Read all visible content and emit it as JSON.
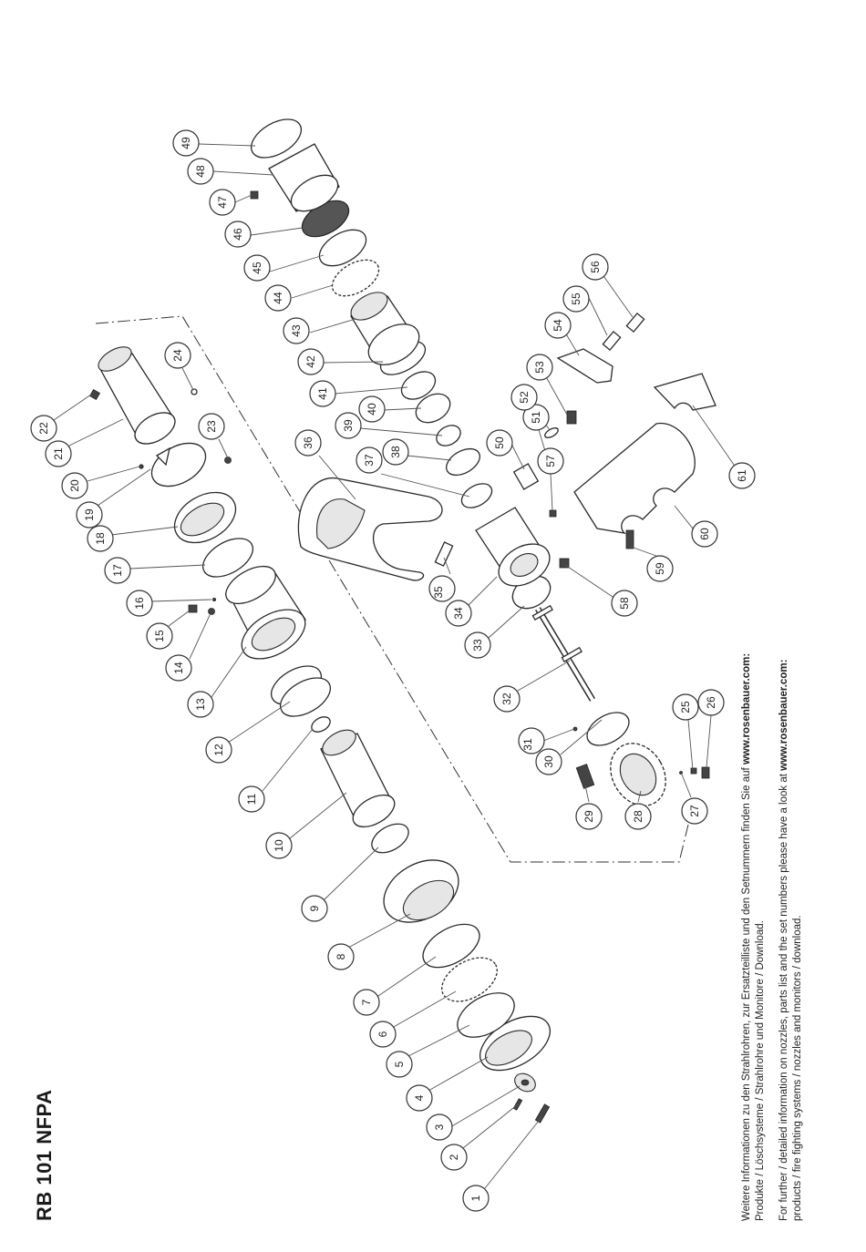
{
  "title": "RB 101 NFPA",
  "notes": {
    "de_line1_pre": "Weitere Informationen zu den Strahlrohren, zur Ersatzteilliste und den Setnummern finden Sie auf ",
    "de_url": "www.rosenbauer.com:",
    "de_line2": "Produkte / Löschsysteme / Strahlrohre und Monitore / Download.",
    "en_line1_pre": "For further / detailed information on nozzles, parts list and the set numbers please have a look at ",
    "en_url": "www.rosenbauer.com:",
    "en_line2": "products / fire fighting systems / nozzles and monitors / download."
  },
  "callouts": [
    "1",
    "2",
    "3",
    "4",
    "5",
    "6",
    "7",
    "8",
    "9",
    "10",
    "11",
    "12",
    "13",
    "14",
    "15",
    "16",
    "17",
    "18",
    "19",
    "20",
    "21",
    "22",
    "23",
    "24",
    "25",
    "26",
    "27",
    "28",
    "29",
    "30",
    "31",
    "32",
    "33",
    "34",
    "35",
    "36",
    "37",
    "38",
    "39",
    "40",
    "41",
    "42",
    "43",
    "44",
    "45",
    "46",
    "47",
    "48",
    "49",
    "50",
    "51",
    "52",
    "53",
    "54",
    "55",
    "56",
    "57",
    "58",
    "59",
    "60",
    "61"
  ]
}
